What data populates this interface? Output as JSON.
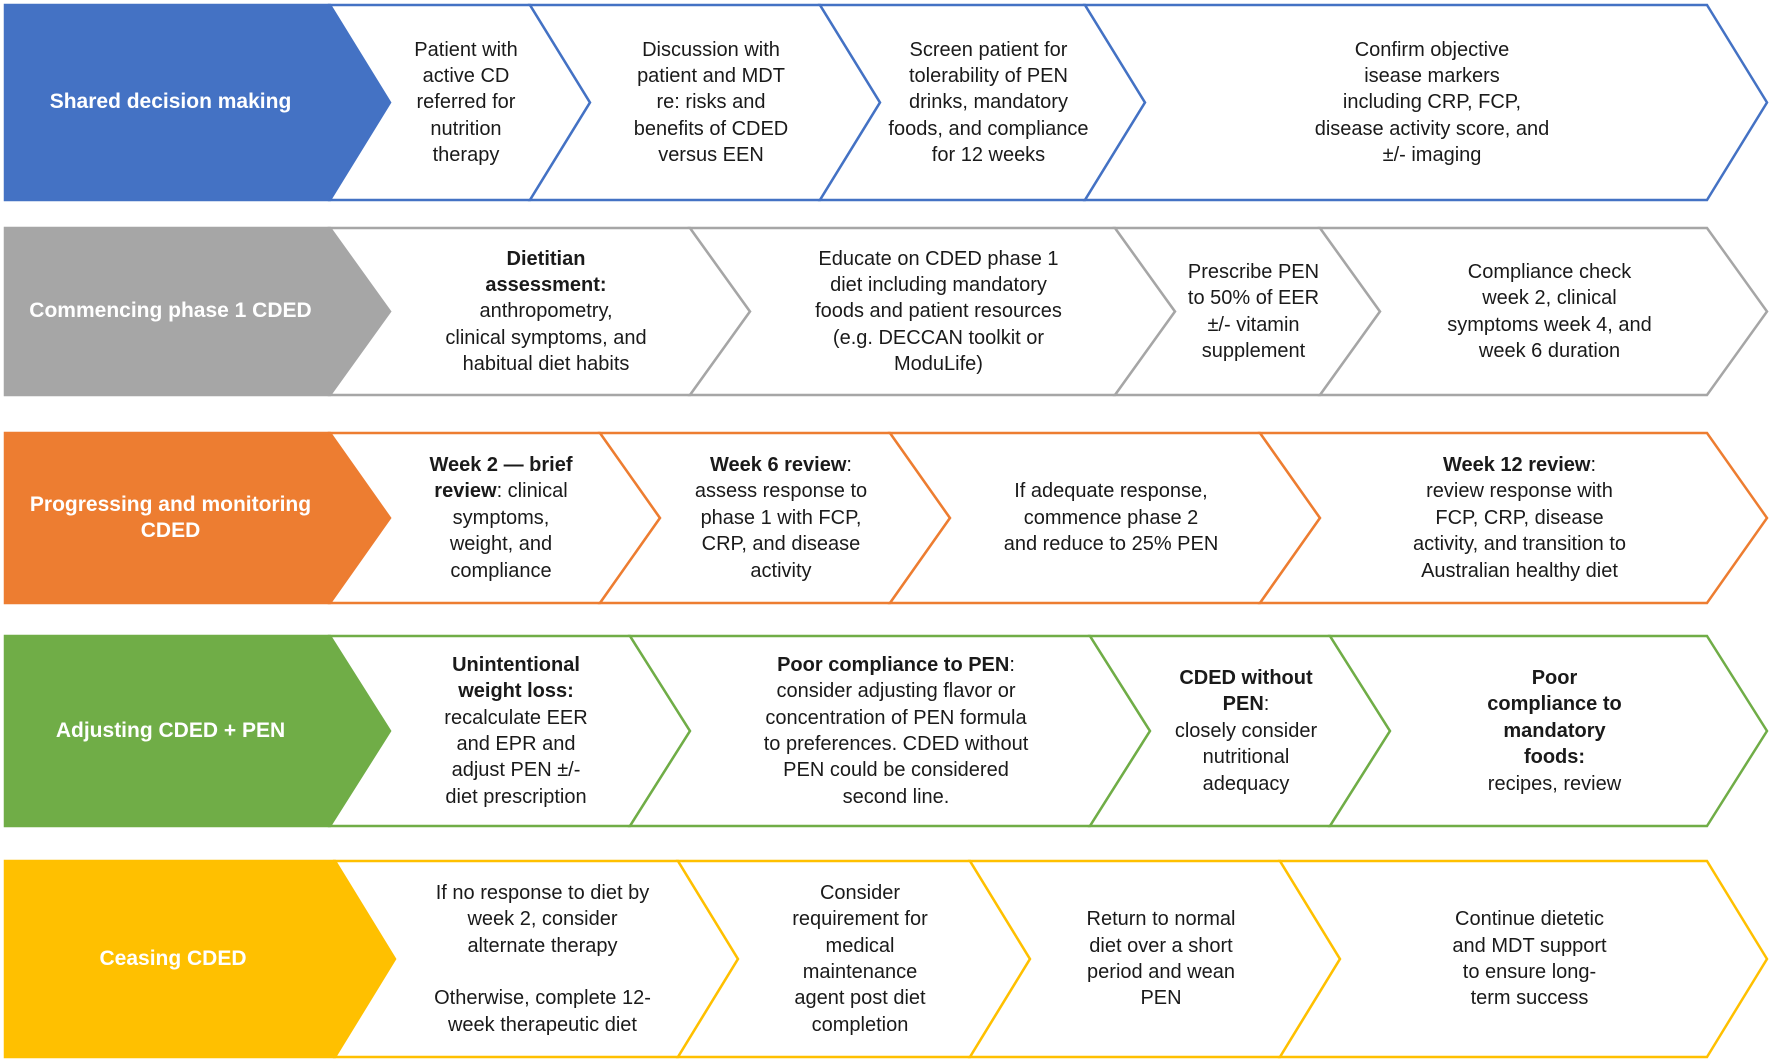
{
  "diagram": {
    "rows": [
      {
        "label": "Shared decision making",
        "color": "#4472C4",
        "steps": [
          {
            "strong": "",
            "text": "Patient with\nactive CD\nreferred for\nnutrition\ntherapy",
            "text2": ""
          },
          {
            "strong": "",
            "text": "Discussion with\npatient and MDT\nre: risks and\nbenefits of CDED\nversus EEN",
            "text2": ""
          },
          {
            "strong": "",
            "text": "Screen patient for\ntolerability of PEN\ndrinks, mandatory\nfoods, and compliance\nfor 12 weeks",
            "text2": ""
          },
          {
            "strong": "",
            "text": "Confirm objective\nisease markers\nincluding CRP, FCP,\ndisease activity score, and\n±/- imaging",
            "text2": ""
          }
        ]
      },
      {
        "label": "Commencing phase 1 CDED",
        "color": "#A6A6A6",
        "steps": [
          {
            "strong": "Dietitian\nassessment:",
            "text": "\nanthropometry,\nclinical symptoms, and\nhabitual diet habits",
            "text2": ""
          },
          {
            "strong": "",
            "text": "Educate on CDED phase 1\ndiet including mandatory\nfoods and patient resources\n(e.g. DECCAN toolkit or\nModuLife)",
            "text2": ""
          },
          {
            "strong": "",
            "text": "Prescribe PEN\nto 50% of EER\n±/- vitamin\nsupplement",
            "text2": ""
          },
          {
            "strong": "",
            "text": "Compliance check\nweek 2, clinical\nsymptoms week 4, and\nweek 6 duration",
            "text2": ""
          }
        ]
      },
      {
        "label": "Progressing and monitoring\nCDED",
        "color": "#ED7D31",
        "steps": [
          {
            "strong": "Week 2 — brief\nreview",
            "text": ": clinical\nsymptoms,\nweight, and\ncompliance",
            "text2": ""
          },
          {
            "strong": "Week 6 review",
            "text": ":\nassess response to\nphase 1 with FCP,\nCRP, and disease\nactivity",
            "text2": ""
          },
          {
            "strong": "",
            "text": "If adequate response,\ncommence phase 2\nand reduce to 25% PEN",
            "text2": ""
          },
          {
            "strong": "Week 12 review",
            "text": ":\nreview response with\nFCP, CRP, disease\nactivity, and transition to\nAustralian healthy diet",
            "text2": ""
          }
        ]
      },
      {
        "label": "Adjusting CDED + PEN",
        "color": "#70AD47",
        "steps": [
          {
            "strong": "Unintentional\nweight loss:",
            "text": "\nrecalculate EER\nand EPR and\nadjust PEN ±/-\ndiet prescription",
            "text2": ""
          },
          {
            "strong": "Poor compliance to PEN",
            "text": ":\nconsider adjusting flavor or\nconcentration of PEN formula\nto preferences. CDED without\nPEN could be considered\nsecond line.",
            "text2": ""
          },
          {
            "strong": "CDED without\nPEN",
            "text": ":\nclosely consider\nnutritional\nadequacy",
            "text2": ""
          },
          {
            "strong": "Poor\ncompliance to\nmandatory\nfoods:",
            "text": "\nrecipes, review",
            "text2": ""
          }
        ]
      },
      {
        "label": "Ceasing CDED",
        "color": "#FFC000",
        "steps": [
          {
            "strong": "",
            "text": "If no response to diet by\nweek 2, consider\nalternate therapy",
            "text2": "Otherwise, complete 12-\nweek therapeutic diet"
          },
          {
            "strong": "",
            "text": "Consider\nrequirement for\nmedical\nmaintenance\nagent post diet\ncompletion",
            "text2": ""
          },
          {
            "strong": "",
            "text": "Return to normal\ndiet over a short\nperiod and wean\nPEN",
            "text2": ""
          },
          {
            "strong": "",
            "text": "Continue dietetic\nand MDT support\nto ensure long-\nterm success",
            "text2": ""
          }
        ]
      }
    ]
  }
}
